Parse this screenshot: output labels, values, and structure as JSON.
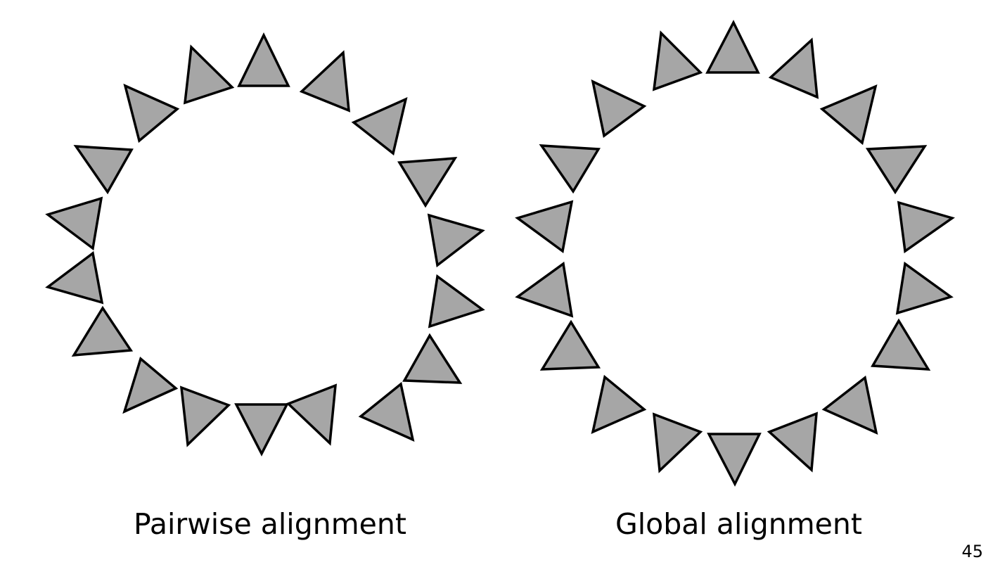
{
  "slide": {
    "page_number": "45",
    "colors": {
      "triangle_fill": "#a6a6a6",
      "triangle_stroke": "#000000",
      "background": "#ffffff"
    }
  },
  "diagrams": [
    {
      "caption": "Pairwise alignment",
      "description_of_marks": "ring of 18 gray triangles with accumulated rotation drift",
      "triangle_count": 18
    },
    {
      "caption": "Global alignment",
      "description_of_marks": "ring of 18 gray triangles evenly oriented around the circle",
      "triangle_count": 18
    }
  ]
}
